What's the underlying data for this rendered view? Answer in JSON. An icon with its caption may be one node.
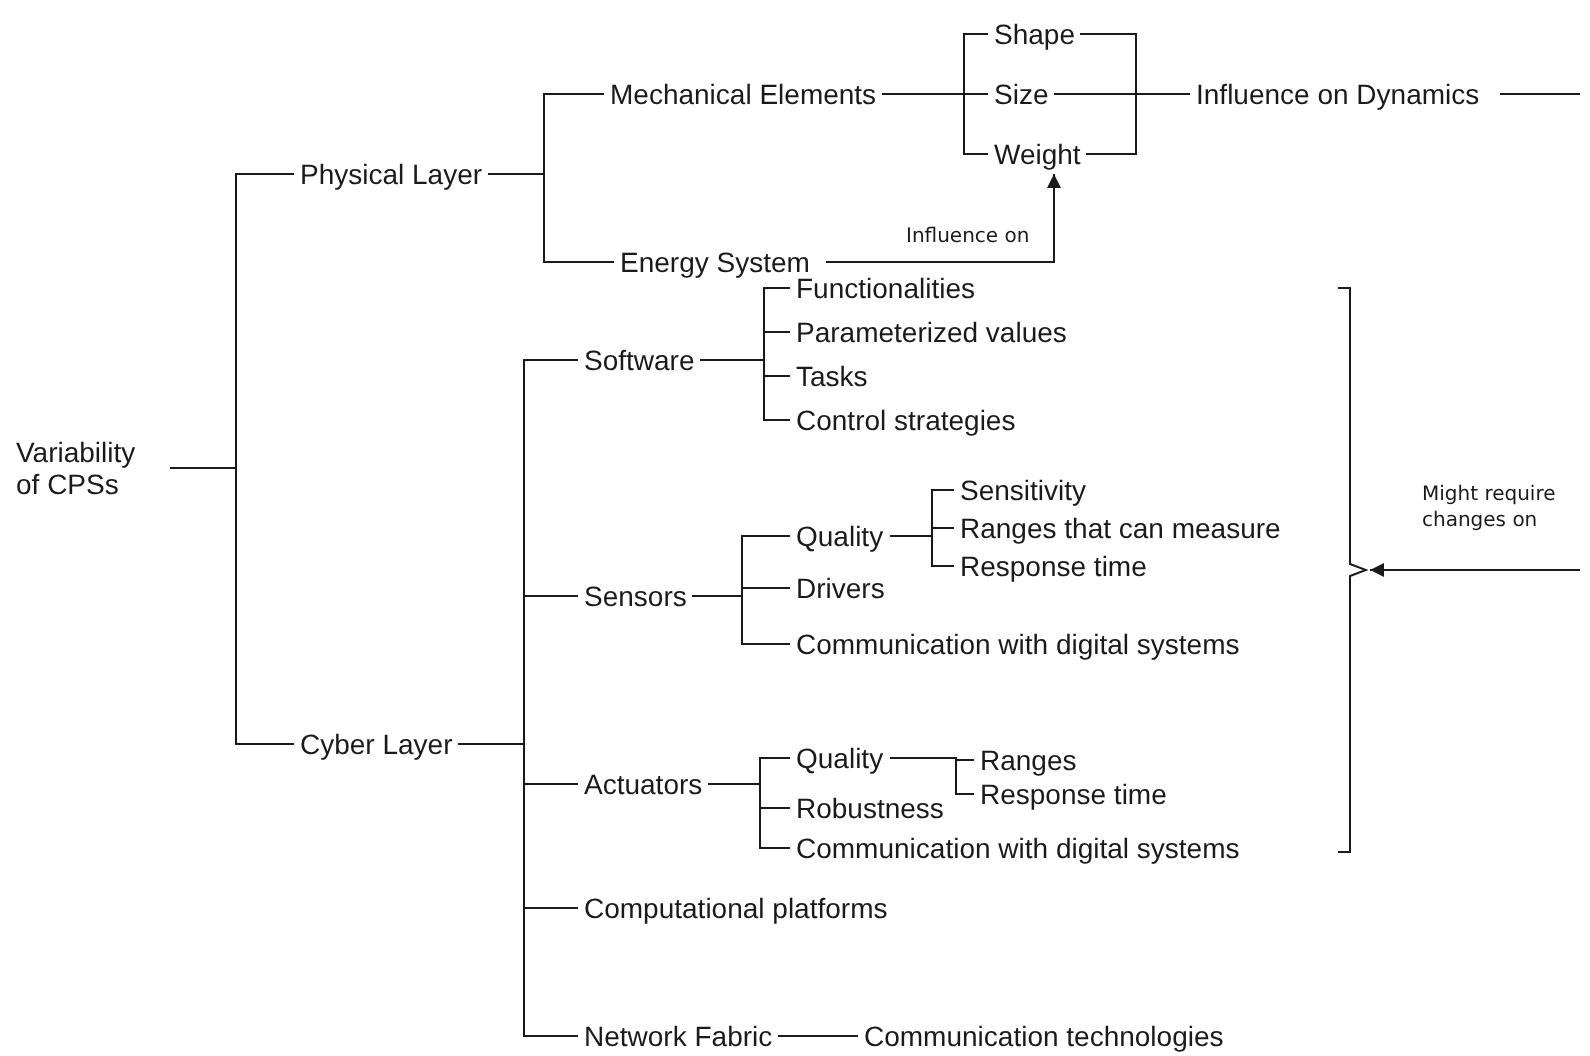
{
  "diagram": {
    "nodes": [
      {
        "text": [
          "Variability of CPSs"
        ]
      },
      {
        "text": [
          "Physical Layer"
        ]
      },
      {
        "text": [
          "Mechanical Elements"
        ]
      },
      {
        "text": [
          "Shape"
        ]
      },
      {
        "text": [
          "Size"
        ]
      },
      {
        "text": [
          "Weight"
        ]
      },
      {
        "text": [
          "Energy System"
        ]
      },
      {
        "text": [
          "Influence on Dynamics"
        ]
      },
      {
        "text": [
          "Cyber Layer"
        ]
      },
      {
        "text": [
          "Software"
        ]
      },
      {
        "text": [
          "Functionalities"
        ]
      },
      {
        "text": [
          "Parameterized values"
        ]
      },
      {
        "text": [
          "Tasks"
        ]
      },
      {
        "text": [
          "Control strategies"
        ]
      },
      {
        "text": [
          "Sensors"
        ]
      },
      {
        "text": [
          "Quality"
        ]
      },
      {
        "text": [
          "Sensitivity"
        ]
      },
      {
        "text": [
          "Ranges that can measure"
        ]
      },
      {
        "text": [
          "Response time"
        ]
      },
      {
        "text": [
          "Drivers"
        ]
      },
      {
        "text": [
          "Communication with digital systems"
        ]
      },
      {
        "text": [
          "Actuators"
        ]
      },
      {
        "text": [
          "Quality"
        ]
      },
      {
        "text": [
          "Ranges"
        ]
      },
      {
        "text": [
          "Response time"
        ]
      },
      {
        "text": [
          "Robustness"
        ]
      },
      {
        "text": [
          "Communication with digital systems"
        ]
      },
      {
        "text": [
          "Computational platforms"
        ]
      },
      {
        "text": [
          "Network Fabric"
        ]
      },
      {
        "text": [
          "Communication technologies"
        ]
      },
      {
        "text": [],
        "shape": "bracket"
      }
    ],
    "edges": [
      {
        "from": 0,
        "to": 1,
        "arrow": "none"
      },
      {
        "from": 0,
        "to": 8,
        "arrow": "none"
      },
      {
        "from": 1,
        "to": 2,
        "arrow": "none"
      },
      {
        "from": 1,
        "to": 6,
        "arrow": "none"
      },
      {
        "from": 2,
        "to": 3,
        "arrow": "none"
      },
      {
        "from": 2,
        "to": 4,
        "arrow": "none"
      },
      {
        "from": 2,
        "to": 5,
        "arrow": "none"
      },
      {
        "from": 3,
        "to": 7,
        "arrow": "none"
      },
      {
        "from": 4,
        "to": 7,
        "arrow": "none"
      },
      {
        "from": 5,
        "to": 7,
        "arrow": "none"
      },
      {
        "from": 6,
        "to": 5,
        "arrow": "to",
        "label": "Influence on"
      },
      {
        "from": 7,
        "to": null,
        "arrow": "none"
      },
      {
        "from": 8,
        "to": 9,
        "arrow": "none"
      },
      {
        "from": 8,
        "to": 14,
        "arrow": "none"
      },
      {
        "from": 8,
        "to": 21,
        "arrow": "none"
      },
      {
        "from": 8,
        "to": 27,
        "arrow": "none"
      },
      {
        "from": 8,
        "to": 28,
        "arrow": "none"
      },
      {
        "from": 9,
        "to": 10,
        "arrow": "none"
      },
      {
        "from": 9,
        "to": 11,
        "arrow": "none"
      },
      {
        "from": 9,
        "to": 12,
        "arrow": "none"
      },
      {
        "from": 9,
        "to": 13,
        "arrow": "none"
      },
      {
        "from": 14,
        "to": 15,
        "arrow": "none"
      },
      {
        "from": 14,
        "to": 19,
        "arrow": "none"
      },
      {
        "from": 14,
        "to": 20,
        "arrow": "none"
      },
      {
        "from": 15,
        "to": 16,
        "arrow": "none"
      },
      {
        "from": 15,
        "to": 17,
        "arrow": "none"
      },
      {
        "from": 15,
        "to": 18,
        "arrow": "none"
      },
      {
        "from": 21,
        "to": 22,
        "arrow": "none"
      },
      {
        "from": 21,
        "to": 25,
        "arrow": "none"
      },
      {
        "from": 21,
        "to": 26,
        "arrow": "none"
      },
      {
        "from": 22,
        "to": 23,
        "arrow": "none"
      },
      {
        "from": 22,
        "to": 24,
        "arrow": "none"
      },
      {
        "from": 28,
        "to": 29,
        "arrow": "none"
      },
      {
        "from": null,
        "to": 30,
        "arrow": "to",
        "label": "Might require changes on"
      }
    ]
  }
}
